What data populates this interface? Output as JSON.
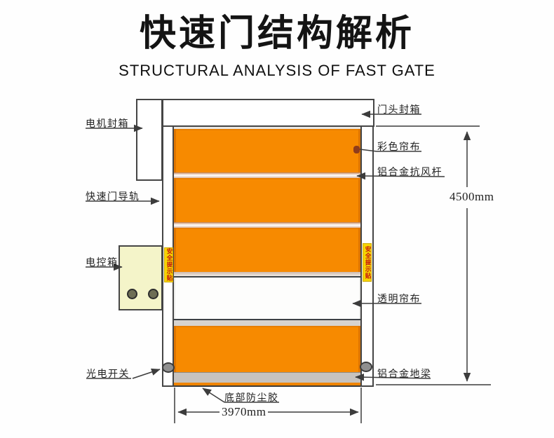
{
  "title": {
    "zh": "快速门结构解析",
    "en": "STRUCTURAL ANALYSIS OF FAST GATE"
  },
  "labels": {
    "motor_box": "电机封箱",
    "door_rail": "快速门导轨",
    "control_box": "电控箱",
    "photo_switch": "光电开关",
    "door_head_box": "门头封箱",
    "colored_curtain": "彩色帘布",
    "wind_bar": "铝合金抗风杆",
    "transparent_curtain": "透明帘布",
    "ground_beam": "铝合金地梁",
    "bottom_dust_seal": "底部防尘胶",
    "safety_sticker": "安全提示贴"
  },
  "dimensions": {
    "door_height": "4500mm",
    "door_width": "3970mm"
  },
  "colors": {
    "curtain_orange": "#F78A00",
    "divider_pink": "#E9CDBC",
    "beam_gray": "#C7C3BF",
    "sticker_yellow": "#F6D500",
    "sticker_text_red": "#C31111",
    "control_box_fill": "#F4F4C9",
    "line_dark": "#3C3C3C"
  }
}
